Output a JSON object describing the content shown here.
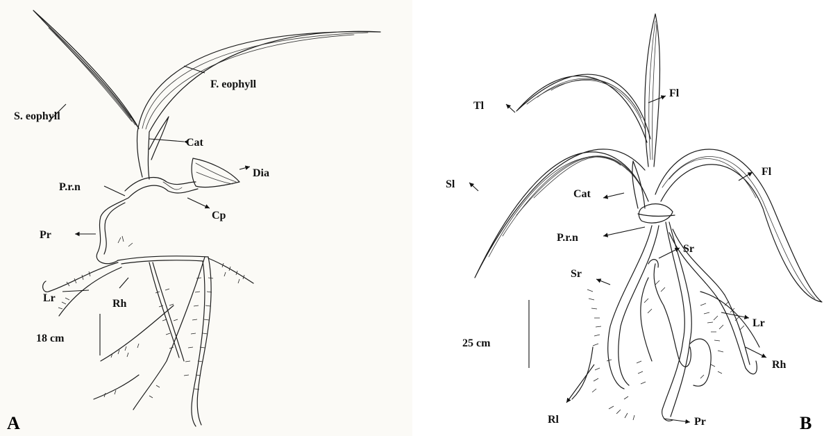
{
  "panel_a": {
    "letter": "A",
    "labels": {
      "s_eophyll": "S. eophyll",
      "f_eophyll": "F. eophyll",
      "cat": "Cat",
      "dia": "Dia",
      "prn": "P.r.n",
      "cp": "Cp",
      "pr": "Pr",
      "lr": "Lr",
      "rh": "Rh"
    },
    "scale": "18 cm"
  },
  "panel_b": {
    "letter": "B",
    "labels": {
      "fl_top": "Fl",
      "tl": "Tl",
      "sl": "Sl",
      "cat": "Cat",
      "fl_right": "Fl",
      "prn": "P.r.n",
      "sr_right": "Sr",
      "sr_left": "Sr",
      "lr": "Lr",
      "rh": "Rh",
      "rl": "Rl",
      "pr": "Pr"
    },
    "scale": "25 cm"
  }
}
